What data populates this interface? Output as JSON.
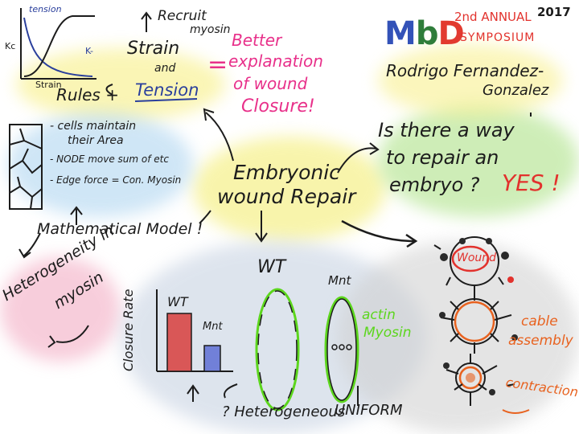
{
  "colors": {
    "ink": "#1c1c1c",
    "blue_ink": "#2a3f9c",
    "pink": "#e8308a",
    "red": "#e2322d",
    "orange": "#e8621f",
    "green": "#5cd61d",
    "mbd_m": "#3352b8",
    "mbd_b": "#2f7d3a",
    "mbd_d": "#e23a2f",
    "bar_wt": "#d95757",
    "bar_mnt": "#7180d8"
  },
  "icons": [
    "arrow-icon",
    "cell-diagram-icon",
    "ring-icon"
  ],
  "header": {
    "logo_m": "M",
    "logo_b": "b",
    "logo_d": "D",
    "annual": "2nd ANNUAL",
    "symposium": "SYMPOSIUM",
    "year": "2017",
    "speaker_first": "Rodrigo Fernandez-",
    "speaker_last": "Gonzalez"
  },
  "graph": {
    "title": "tension",
    "ylabel": "Kc",
    "xlabel": "Strain",
    "k_label": "K-"
  },
  "top": {
    "recruit": "Recruit",
    "myosin": "myosin",
    "strain": "Strain",
    "and": "and",
    "rules": "Rules +",
    "tension": "Tension",
    "equals": "=",
    "better_1": "Better",
    "better_2": "explanation",
    "better_3": "of wound",
    "better_4": "Closure!"
  },
  "model": {
    "bullets": [
      "- cells maintain",
      "their Area",
      "- NODE move sum of etc",
      "- Edge force = Con. Myosin"
    ],
    "label": "Mathematical Model !"
  },
  "center": {
    "line1": "Embryonic",
    "line2": "wound Repair"
  },
  "question": {
    "line1": "Is there a way",
    "line2": "to repair an",
    "line3": "embryo ?",
    "answer": "YES !"
  },
  "left": {
    "line1": "Heterogeneity in",
    "line2": "myosin"
  },
  "chart": {
    "ylabel": "Closure Rate",
    "bar_wt_label": "WT",
    "bar_mnt_label": "Mnt",
    "values": {
      "wt": 0.9,
      "mnt": 0.4
    }
  },
  "ovals": {
    "wt": "WT",
    "mnt": "Mnt",
    "actin_1": "actin",
    "actin_2": "Myosin",
    "heterogeneous": "? Heterogeneous",
    "uniform": "UNIFORM"
  },
  "rings": {
    "wound": "Wound",
    "cable_1": "cable",
    "cable_2": "assembly",
    "contraction": "contraction"
  }
}
